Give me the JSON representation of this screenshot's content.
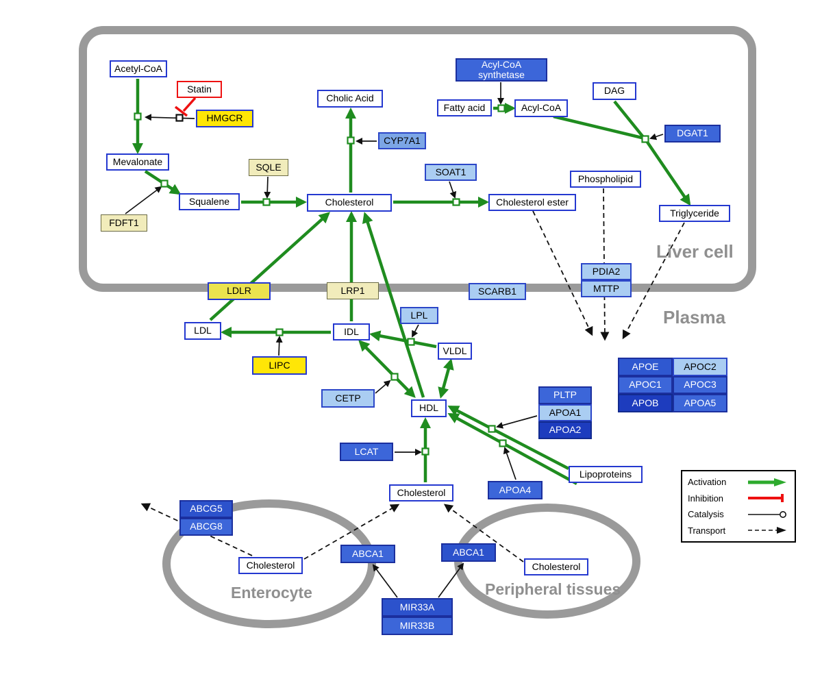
{
  "regions": {
    "liver_cell": "Liver cell",
    "plasma": "Plasma",
    "enterocyte": "Enterocyte",
    "peripheral_tissues": "Peripheral tissues"
  },
  "nodes": {
    "acetyl_coa": {
      "label": "Acetyl-CoA"
    },
    "statin": {
      "label": "Statin"
    },
    "hmgcr": {
      "label": "HMGCR"
    },
    "mevalonate": {
      "label": "Mevalonate"
    },
    "fdft1": {
      "label": "FDFT1"
    },
    "squalene": {
      "label": "Squalene"
    },
    "sqle": {
      "label": "SQLE"
    },
    "cholic_acid": {
      "label": "Cholic Acid"
    },
    "cyp7a1": {
      "label": "CYP7A1"
    },
    "cholesterol_liver": {
      "label": "Cholesterol"
    },
    "soat1": {
      "label": "SOAT1"
    },
    "cholesterol_ester": {
      "label": "Cholesterol ester"
    },
    "acyl_coa_synthetase": {
      "label": "Acyl-CoA synthetase"
    },
    "fatty_acid": {
      "label": "Fatty acid"
    },
    "acyl_coa": {
      "label": "Acyl-CoA"
    },
    "dag": {
      "label": "DAG"
    },
    "dgat1": {
      "label": "DGAT1"
    },
    "phospholipid": {
      "label": "Phospholipid"
    },
    "triglyceride": {
      "label": "Triglyceride"
    },
    "ldlr": {
      "label": "LDLR"
    },
    "lrp1": {
      "label": "LRP1"
    },
    "scarb1": {
      "label": "SCARB1"
    },
    "pdia2": {
      "label": "PDIA2"
    },
    "mttp": {
      "label": "MTTP"
    },
    "ldl": {
      "label": "LDL"
    },
    "idl": {
      "label": "IDL"
    },
    "lipc": {
      "label": "LIPC"
    },
    "lpl": {
      "label": "LPL"
    },
    "vldl": {
      "label": "VLDL"
    },
    "cetp": {
      "label": "CETP"
    },
    "hdl": {
      "label": "HDL"
    },
    "lcat": {
      "label": "LCAT"
    },
    "pltp": {
      "label": "PLTP"
    },
    "apoa1": {
      "label": "APOA1"
    },
    "apoa2": {
      "label": "APOA2"
    },
    "apoa4": {
      "label": "APOA4"
    },
    "lipoproteins": {
      "label": "Lipoproteins"
    },
    "apoe": {
      "label": "APOE"
    },
    "apoc2": {
      "label": "APOC2"
    },
    "apoc1": {
      "label": "APOC1"
    },
    "apoc3": {
      "label": "APOC3"
    },
    "apob": {
      "label": "APOB"
    },
    "apoa5": {
      "label": "APOA5"
    },
    "cholesterol_plasma": {
      "label": "Cholesterol"
    },
    "abcg5": {
      "label": "ABCG5"
    },
    "abcg8": {
      "label": "ABCG8"
    },
    "cholesterol_enterocyte": {
      "label": "Cholesterol"
    },
    "abca1_left": {
      "label": "ABCA1"
    },
    "abca1_right": {
      "label": "ABCA1"
    },
    "mir33a": {
      "label": "MIR33A"
    },
    "mir33b": {
      "label": "MIR33B"
    },
    "cholesterol_peripheral": {
      "label": "Cholesterol"
    }
  },
  "legend": {
    "items": [
      "Activation",
      "Inhibition",
      "Catalysis",
      "Transport"
    ]
  },
  "colors": {
    "activation_green": "#1f8c1f",
    "inhibition_red": "#ee1111",
    "membrane_gray": "#9a9a9a",
    "metabolite_border_blue": "#2438d0",
    "gene_blue": "#3c66d9",
    "gene_dark_blue": "#1d3cbe",
    "gene_light_blue": "#aacdf2",
    "enzyme_yellow": "#ffe606",
    "pale_yellow": "#f1ecbb"
  }
}
